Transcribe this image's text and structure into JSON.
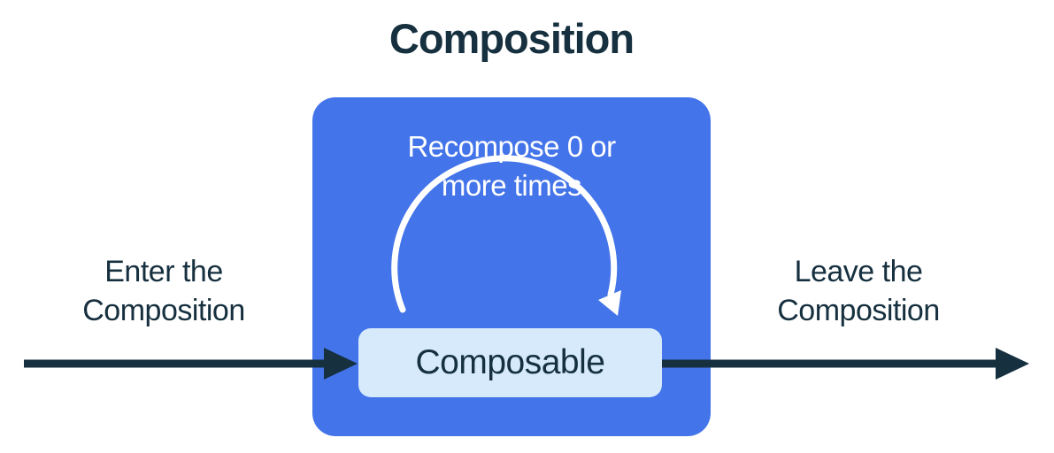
{
  "title": "Composition",
  "composition_box": {
    "recompose_label": "Recompose 0 or\nmore times",
    "composable_label": "Composable"
  },
  "labels": {
    "enter": "Enter the\nComposition",
    "leave": "Leave the\nComposition"
  },
  "icons": {
    "enter_arrow": "right-arrow",
    "leave_arrow": "right-arrow",
    "recompose_arrow": "clockwise-loop-arrow"
  },
  "colors": {
    "blue": "#4374E9",
    "lightblue": "#D6EAFC",
    "ink": "#16303F",
    "white": "#FFFFFF",
    "bg": "#FFFFFF"
  }
}
